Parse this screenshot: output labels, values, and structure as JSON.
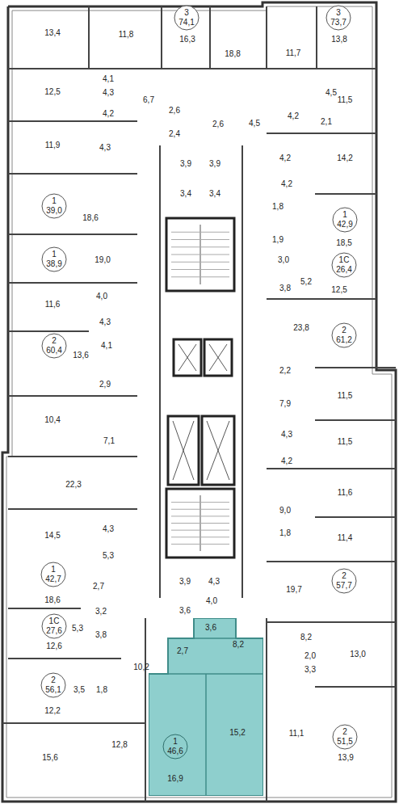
{
  "diagram": {
    "nodes": [
      {
        "text": [
          "1",
          "46,6",
          "16,9",
          "15,2",
          "2,7",
          "8,2",
          "3,6"
        ]
      }
    ],
    "labels": [
      "13,4",
      "11,8",
      "3",
      "74,1",
      "16,3",
      "18,8",
      "11,7",
      "3",
      "73,7",
      "13,8",
      "4,1",
      "12,5",
      "4,3",
      "4,2",
      "6,7",
      "2,6",
      "2,4",
      "2,6",
      "4,5",
      "4,5",
      "11,5",
      "4,2",
      "2,1",
      "11,9",
      "4,3",
      "3,9",
      "3,9",
      "4,2",
      "14,2",
      "3,4",
      "3,4",
      "4,2",
      "1",
      "39,0",
      "18,6",
      "1,8",
      "1",
      "42,9",
      "18,5",
      "1,9",
      "1",
      "38,9",
      "19,0",
      "3,0",
      "1С",
      "26,4",
      "5,2",
      "12,5",
      "3,8",
      "4,0",
      "11,6",
      "4,3",
      "23,8",
      "2",
      "61,2",
      "2",
      "60,4",
      "13,6",
      "4,1",
      "2,9",
      "2,2",
      "11,5",
      "7,9",
      "10,4",
      "4,3",
      "7,1",
      "11,5",
      "4,2",
      "22,3",
      "11,6",
      "9,0",
      "4,3",
      "1,8",
      "14,5",
      "11,4",
      "5,3",
      "1",
      "42,7",
      "2",
      "57,7",
      "3,9",
      "4,3",
      "2,7",
      "19,7",
      "4,0",
      "18,6",
      "3,2",
      "3,6",
      "1С",
      "27,6",
      "5,3",
      "3,8",
      "8,2",
      "12,6",
      "2,0",
      "13,0",
      "10,2",
      "3,3",
      "2",
      "56,1",
      "3,5",
      "1,8",
      "12,2",
      "2",
      "51,5",
      "11,1",
      "12,8",
      "13,9",
      "15,6"
    ]
  }
}
